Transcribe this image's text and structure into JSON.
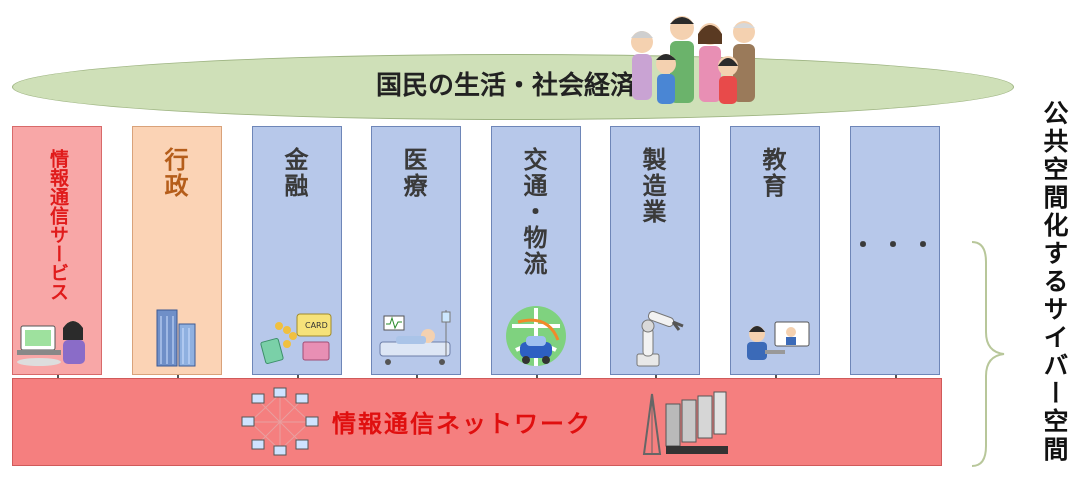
{
  "society": {
    "label": "国民の生活・社会経済"
  },
  "columns": [
    {
      "label": "情報通信サービス"
    },
    {
      "label": "行政"
    },
    {
      "label": "金融"
    },
    {
      "label": "医療"
    },
    {
      "label": "交通・物流"
    },
    {
      "label": "製造業"
    },
    {
      "label": "教育"
    },
    {
      "label": "・・・"
    }
  ],
  "network": {
    "label": "情報通信ネットワーク"
  },
  "cyber_space": {
    "label": "公共空間化するサイバー空間"
  },
  "colors": {
    "ict": "#f8a7a7",
    "gov": "#fbd3b5",
    "sector": "#b7c8ea",
    "network": "#f57f7f",
    "society": "#cfe0b8"
  },
  "icons": {
    "society": "family-illustration",
    "ict": "woman-at-laptop-illustration",
    "gov": "office-buildings-illustration",
    "finance": "cards-and-coins-illustration",
    "medical": "patient-in-bed-illustration",
    "transport": "autonomous-car-map-illustration",
    "manufacturing": "robot-arm-illustration",
    "education": "online-learning-illustration",
    "network_left": "network-nodes-illustration",
    "network_right": "servers-and-tower-illustration"
  }
}
